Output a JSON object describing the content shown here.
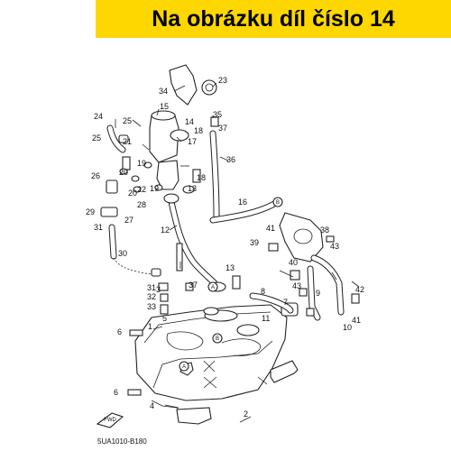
{
  "banner": {
    "text": "Na obrázku díl číslo 14"
  },
  "diagram": {
    "code": "5UA1010-B180",
    "fwd_label": "FWD",
    "callouts": [
      "1",
      "2",
      "3",
      "4",
      "5",
      "6",
      "7",
      "8",
      "9",
      "10",
      "11",
      "12",
      "13",
      "14",
      "15",
      "16",
      "17",
      "18",
      "19",
      "20",
      "21",
      "22",
      "23",
      "24",
      "25",
      "26",
      "27",
      "28",
      "29",
      "30",
      "31",
      "32",
      "33",
      "34",
      "35",
      "36",
      "37",
      "38",
      "39",
      "40",
      "41",
      "42",
      "43"
    ],
    "markers": [
      "A",
      "B"
    ]
  },
  "colors": {
    "banner_bg": "#ffd700",
    "ink": "#222222"
  }
}
